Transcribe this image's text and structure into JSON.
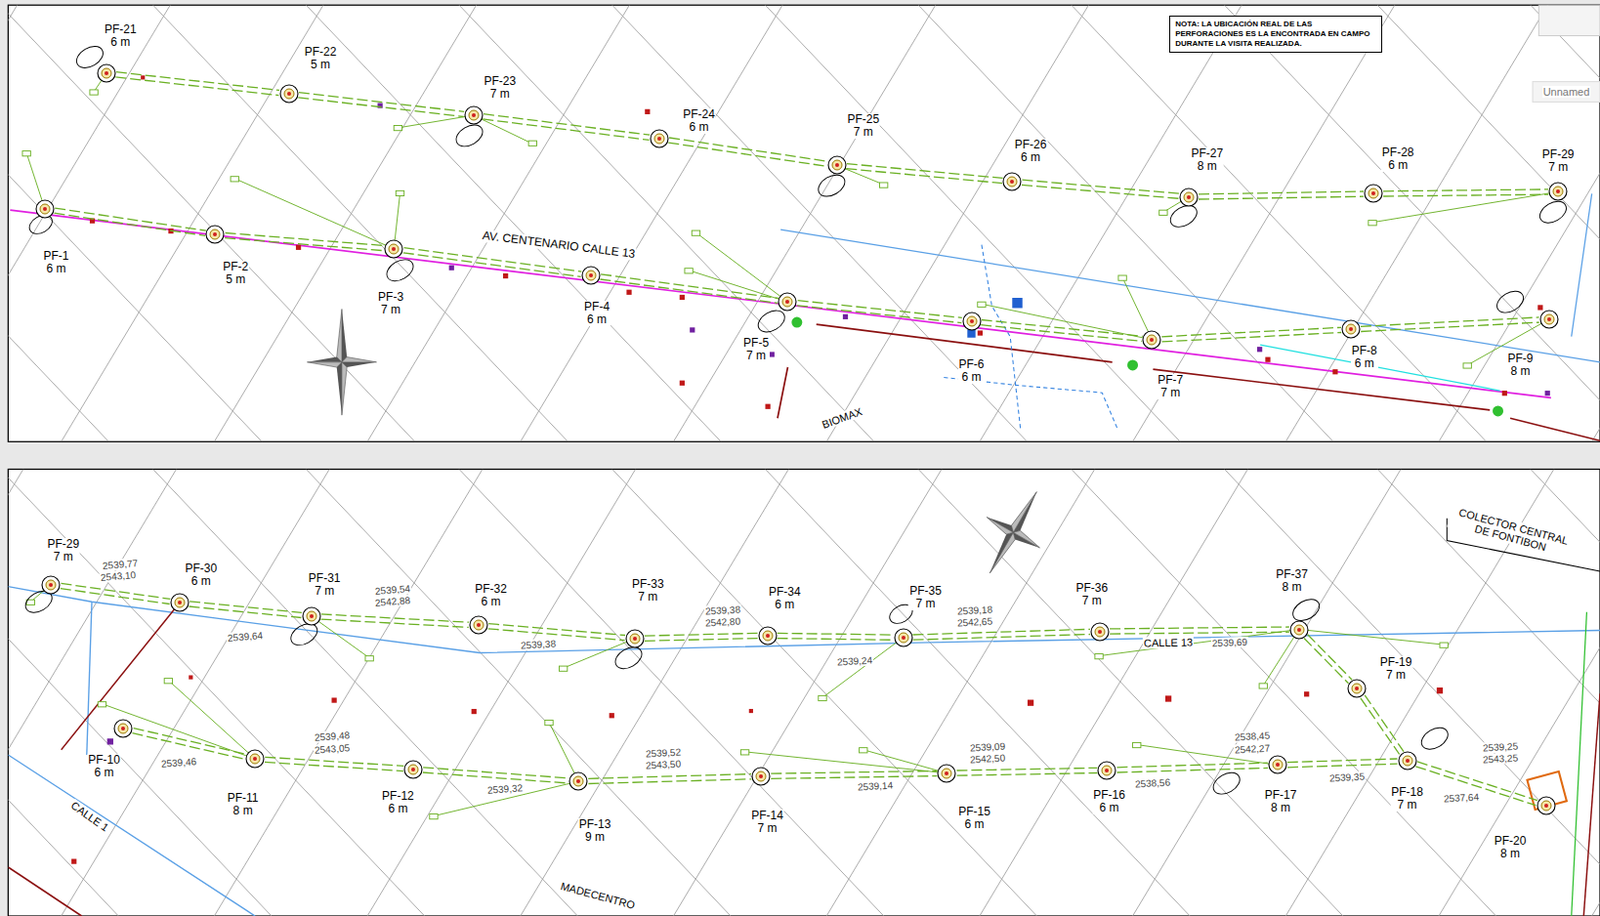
{
  "diagram": {
    "nodes": [
      {
        "text": [
          "NOTA: LA UBICACIÓN REAL DE LAS PERFORACIONES ES LA ENCONTRADA EN CAMPO DURANTE LA VISITA REALIZADA."
        ]
      },
      {
        "text": [
          "PF-21",
          "6 m"
        ]
      },
      {
        "text": [
          "PF-22",
          "5 m"
        ]
      },
      {
        "text": [
          "PF-23",
          "7 m"
        ]
      },
      {
        "text": [
          "PF-24",
          "6 m"
        ]
      },
      {
        "text": [
          "PF-25",
          "7 m"
        ]
      },
      {
        "text": [
          "PF-26",
          "6 m"
        ]
      },
      {
        "text": [
          "PF-27",
          "8 m"
        ]
      },
      {
        "text": [
          "PF-28",
          "6 m"
        ]
      },
      {
        "text": [
          "PF-29",
          "7 m"
        ]
      },
      {
        "text": [
          "PF-1",
          "6 m"
        ]
      },
      {
        "text": [
          "PF-2",
          "5 m"
        ]
      },
      {
        "text": [
          "PF-3",
          "7 m"
        ]
      },
      {
        "text": [
          "PF-4",
          "6 m"
        ]
      },
      {
        "text": [
          "PF-5",
          "7 m"
        ]
      },
      {
        "text": [
          "PF-6",
          "6 m"
        ]
      },
      {
        "text": [
          "PF-7",
          "7 m"
        ]
      },
      {
        "text": [
          "PF-8",
          "6 m"
        ]
      },
      {
        "text": [
          "PF-9",
          "8 m"
        ]
      },
      {
        "text": [
          "PF-29",
          "7 m"
        ]
      },
      {
        "text": [
          "PF-30",
          "6 m"
        ]
      },
      {
        "text": [
          "PF-31",
          "7 m"
        ]
      },
      {
        "text": [
          "PF-32",
          "6 m"
        ]
      },
      {
        "text": [
          "PF-33",
          "7 m"
        ]
      },
      {
        "text": [
          "PF-34",
          "6 m"
        ]
      },
      {
        "text": [
          "PF-35",
          "7 m"
        ]
      },
      {
        "text": [
          "PF-36",
          "7 m"
        ]
      },
      {
        "text": [
          "PF-37",
          "8 m"
        ]
      },
      {
        "text": [
          "PF-19",
          "7 m"
        ]
      },
      {
        "text": [
          "PF-10",
          "6 m"
        ]
      },
      {
        "text": [
          "PF-11",
          "8 m"
        ]
      },
      {
        "text": [
          "PF-12",
          "6 m"
        ]
      },
      {
        "text": [
          "PF-13",
          "9 m"
        ]
      },
      {
        "text": [
          "PF-14",
          "7 m"
        ]
      },
      {
        "text": [
          "PF-15",
          "6 m"
        ]
      },
      {
        "text": [
          "PF-16",
          "6 m"
        ]
      },
      {
        "text": [
          "PF-17",
          "8 m"
        ]
      },
      {
        "text": [
          "PF-18",
          "7 m"
        ]
      },
      {
        "text": [
          "PF-20",
          "8 m"
        ]
      }
    ],
    "edges": [
      {
        "from": 1,
        "to": 2,
        "arrow": "none"
      },
      {
        "from": 2,
        "to": 3,
        "arrow": "none"
      },
      {
        "from": 3,
        "to": 4,
        "arrow": "none"
      },
      {
        "from": 4,
        "to": 5,
        "arrow": "none"
      },
      {
        "from": 5,
        "to": 6,
        "arrow": "none"
      },
      {
        "from": 6,
        "to": 7,
        "arrow": "none"
      },
      {
        "from": 7,
        "to": 8,
        "arrow": "none"
      },
      {
        "from": 8,
        "to": 9,
        "arrow": "none"
      },
      {
        "from": 10,
        "to": 11,
        "arrow": "none"
      },
      {
        "from": 11,
        "to": 12,
        "arrow": "none"
      },
      {
        "from": 12,
        "to": 13,
        "arrow": "none"
      },
      {
        "from": 13,
        "to": 14,
        "arrow": "none"
      },
      {
        "from": 14,
        "to": 15,
        "arrow": "none"
      },
      {
        "from": 15,
        "to": 16,
        "arrow": "none"
      },
      {
        "from": 16,
        "to": 17,
        "arrow": "none"
      },
      {
        "from": 17,
        "to": 18,
        "arrow": "none"
      },
      {
        "from": 19,
        "to": 20,
        "arrow": "none"
      },
      {
        "from": 20,
        "to": 21,
        "arrow": "none"
      },
      {
        "from": 21,
        "to": 22,
        "arrow": "none"
      },
      {
        "from": 22,
        "to": 23,
        "arrow": "none"
      },
      {
        "from": 23,
        "to": 24,
        "arrow": "none"
      },
      {
        "from": 24,
        "to": 25,
        "arrow": "none"
      },
      {
        "from": 25,
        "to": 26,
        "arrow": "none"
      },
      {
        "from": 26,
        "to": 27,
        "arrow": "none"
      },
      {
        "from": 27,
        "to": 28,
        "arrow": "none"
      },
      {
        "from": 28,
        "to": 37,
        "arrow": "none"
      },
      {
        "from": 37,
        "to": 38,
        "arrow": "none"
      },
      {
        "from": 29,
        "to": 30,
        "arrow": "none"
      },
      {
        "from": 30,
        "to": 31,
        "arrow": "none"
      },
      {
        "from": 31,
        "to": 32,
        "arrow": "none"
      },
      {
        "from": 32,
        "to": 33,
        "arrow": "none"
      },
      {
        "from": 33,
        "to": 34,
        "arrow": "none"
      },
      {
        "from": 34,
        "to": 35,
        "arrow": "none"
      },
      {
        "from": 35,
        "to": 36,
        "arrow": "none"
      },
      {
        "from": 36,
        "to": 37,
        "arrow": "none"
      }
    ],
    "labels": [
      "Unnamed",
      "AV. CENTENARIO CALLE 13",
      "BIOMAX",
      "CALLE 13",
      "CALLE 1",
      "MADECENTRO",
      "COLECTOR CENTRAL DE FONTIBON",
      "2539,77",
      "2543,10",
      "2539,54",
      "2542,88",
      "2539,64",
      "2539,38",
      "2542,80",
      "2539,38",
      "2539,18",
      "2542,65",
      "2539,24",
      "2539,69",
      "2539,48",
      "2543,05",
      "2539,46",
      "2539,32",
      "2539,52",
      "2543,50",
      "2539,14",
      "2539,09",
      "2542,50",
      "2538,56",
      "2538,45",
      "2542,27",
      "2539,35",
      "2537,64",
      "2539,25",
      "2543,25"
    ]
  }
}
